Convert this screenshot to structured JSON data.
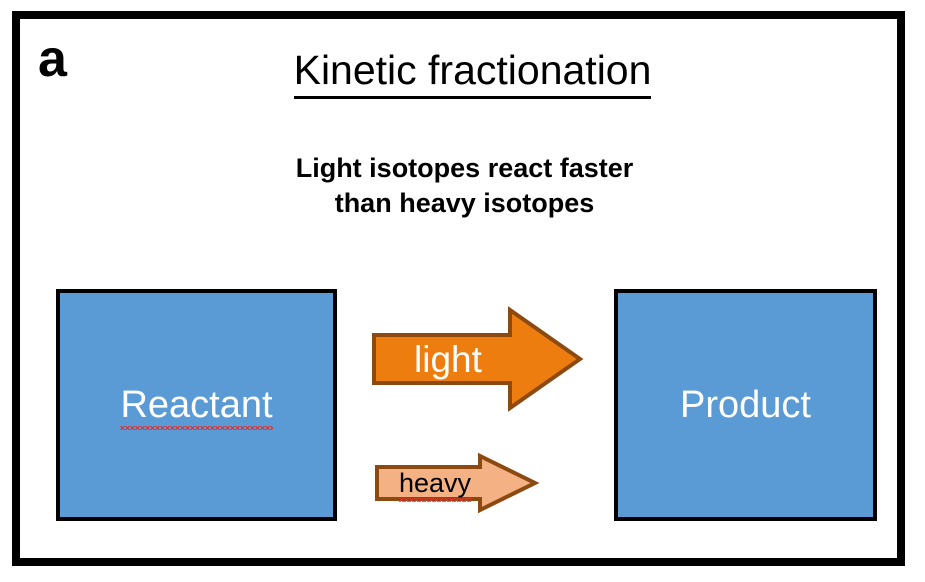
{
  "figure": {
    "panel_letter": "a",
    "title": "Kinetic fractionation",
    "subtitle_line1": "Light isotopes react faster",
    "subtitle_line2": "than heavy isotopes",
    "frame_color": "#000000",
    "background_color": "#FFFFFF"
  },
  "boxes": {
    "reactant": {
      "label": "Reactant",
      "fill_color": "#5B9BD5",
      "border_color": "#000000",
      "text_color": "#FFFFFF",
      "spellcheck_underline": true
    },
    "product": {
      "label": "Product",
      "fill_color": "#5B9BD5",
      "border_color": "#000000",
      "text_color": "#FFFFFF",
      "spellcheck_underline": false
    }
  },
  "arrows": [
    {
      "label": "light",
      "direction": "right",
      "size": "large",
      "fill_color": "#ED7D0F",
      "border_color": "#8C4A10",
      "text_color": "#FFFFFF",
      "spellcheck_underline": false
    },
    {
      "label": "heavy",
      "direction": "right",
      "size": "small",
      "fill_color": "#F4B183",
      "border_color": "#8C4A10",
      "text_color": "#000000",
      "spellcheck_underline": true
    }
  ],
  "spellcheck_underline_color": "#E03030"
}
